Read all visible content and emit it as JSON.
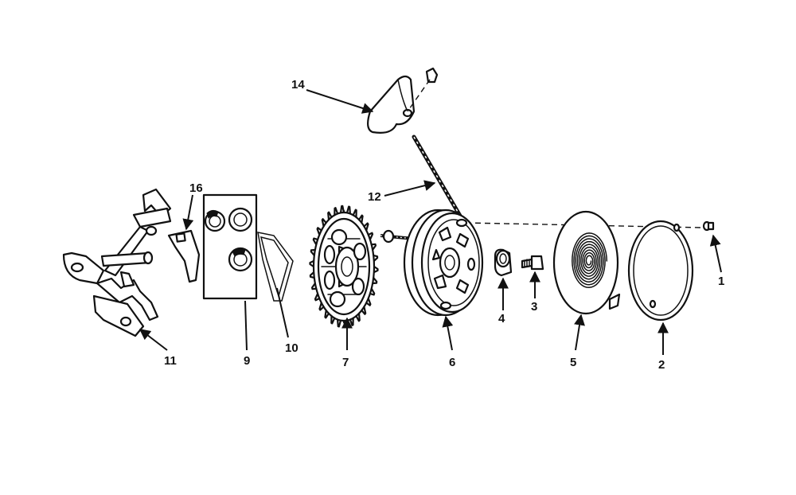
{
  "diagram": {
    "colors": {
      "ink": "#111111",
      "background": "#ffffff"
    },
    "callouts": [
      {
        "id": "c1",
        "text": "1"
      },
      {
        "id": "c2",
        "text": "2"
      },
      {
        "id": "c3",
        "text": "3"
      },
      {
        "id": "c4",
        "text": "4"
      },
      {
        "id": "c5",
        "text": "5"
      },
      {
        "id": "c6",
        "text": "6"
      },
      {
        "id": "c7",
        "text": "7"
      },
      {
        "id": "c9",
        "text": "9"
      },
      {
        "id": "c10",
        "text": "10"
      },
      {
        "id": "c11",
        "text": "11"
      },
      {
        "id": "c12",
        "text": "12"
      },
      {
        "id": "c14",
        "text": "14"
      },
      {
        "id": "c16",
        "text": "16"
      }
    ]
  }
}
